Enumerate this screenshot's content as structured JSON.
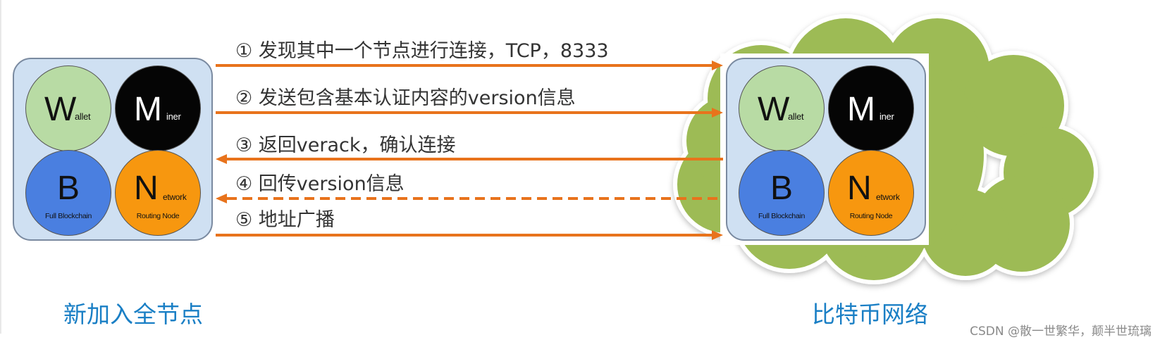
{
  "colors": {
    "arrow": "#e8731c",
    "cloud": "#9dbb55",
    "box_fill": "#cfe0f2",
    "caption": "#1a7fc5"
  },
  "left_node": {
    "wallet": {
      "initial": "W",
      "rest": "allet"
    },
    "miner": {
      "initial": "M",
      "rest": "iner"
    },
    "blockchain": {
      "initial": "B",
      "sub": "Full Blockchain"
    },
    "network": {
      "initial": "N",
      "rest": "etwork",
      "sub": "Routing Node"
    },
    "caption": "新加入全节点"
  },
  "right_node": {
    "wallet": {
      "initial": "W",
      "rest": "allet"
    },
    "miner": {
      "initial": "M",
      "rest": "iner"
    },
    "blockchain": {
      "initial": "B",
      "sub": "Full Blockchain"
    },
    "network": {
      "initial": "N",
      "rest": "etwork",
      "sub": "Routing Node"
    },
    "caption": "比特币网络"
  },
  "steps": [
    {
      "label": "① 发现其中一个节点进行连接，TCP，8333",
      "direction": "right",
      "style": "solid"
    },
    {
      "label": "② 发送包含基本认证内容的version信息",
      "direction": "right",
      "style": "solid"
    },
    {
      "label": "③ 返回verack，确认连接",
      "direction": "left",
      "style": "solid"
    },
    {
      "label": "④ 回传version信息",
      "direction": "left",
      "style": "dashed"
    },
    {
      "label": "⑤ 地址广播",
      "direction": "right",
      "style": "solid"
    }
  ],
  "watermark": "CSDN @散一世繁华，颠半世琉璃"
}
